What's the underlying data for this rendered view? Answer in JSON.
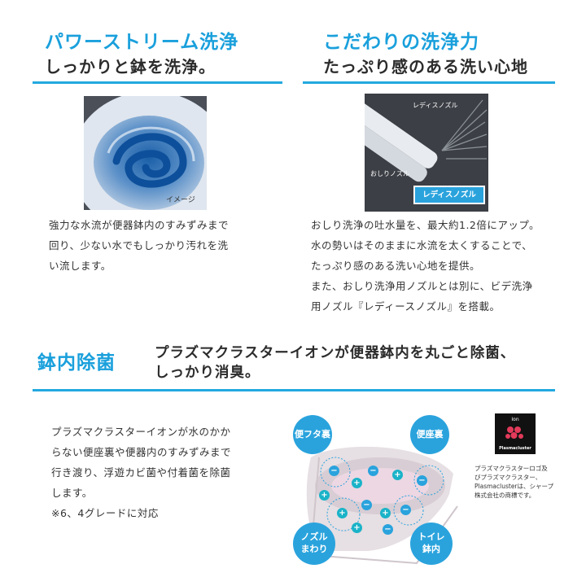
{
  "section1": {
    "title": "パワーストリーム洗浄",
    "subtitle": "しっかりと鉢を洗浄。",
    "image_caption": "イメージ",
    "body_lines": [
      "強力な水流が便器鉢内のすみずみまで",
      "回り、少ない水でもしっかり汚れを洗",
      "い流します。"
    ]
  },
  "section2": {
    "title": "こだわりの洗浄力",
    "subtitle": "たっぷり感のある洗い心地",
    "nozzle_label_ladies": "レディスノズル",
    "nozzle_label_oshiri": "おしりノズル",
    "badge": "レディスノズル",
    "body_lines": [
      "おしり洗浄の吐水量を、最大約1.2倍にアップ。",
      "水の勢いはそのままに水流を太くすることで、",
      "たっぷり感のある洗い心地を提供。",
      "また、おしり洗浄用ノズルとは別に、ビデ洗浄",
      "用ノズル『レディースノズル』を搭載。"
    ]
  },
  "section3": {
    "title": "鉢内除菌",
    "headline_lines": [
      "プラズマクラスターイオンが便器鉢内を丸ごと除菌、",
      "しっかり消臭。"
    ],
    "body_lines": [
      "プラズマクラスターイオンが水のかか",
      "らない便座裏や便器内のすみずみまで",
      "行き渡り、浮遊カビ菌や付着菌を除菌",
      "します。",
      "※6、4グレードに対応"
    ],
    "bubbles": {
      "lid_back": "便フタ裏",
      "seat_back_": "便座裏",
      "nozzle_l1": "ノズル",
      "nozzle_l2": "まわり",
      "toilet_l1": "トイレ",
      "toilet_l2": "鉢内"
    },
    "logo": {
      "top": "Ion",
      "bottom": "Plasmacluster"
    },
    "trademark_lines": [
      "プラズマクラスターロゴ及",
      "びプラズマクラスター、",
      "Plasmaclusterは、シャープ",
      "株式会社の商標です。"
    ]
  },
  "colors": {
    "accent": "#1aa0dc",
    "rule": "#23a9df",
    "bubble": "#2aa3dd"
  }
}
